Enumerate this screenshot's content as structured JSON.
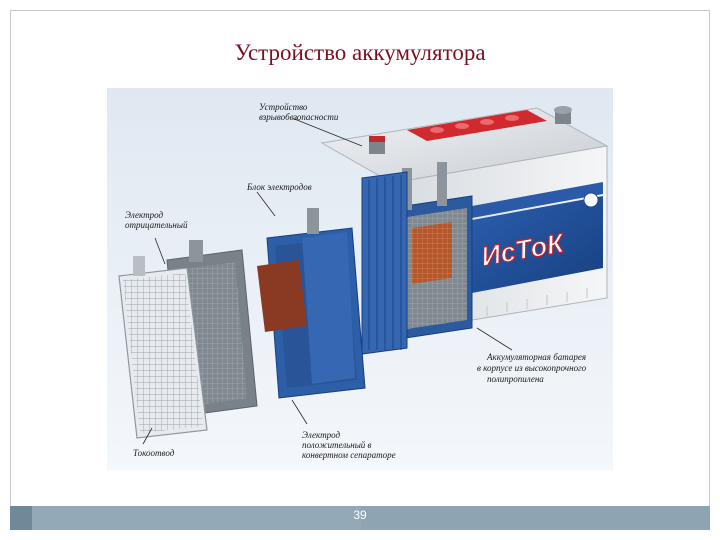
{
  "slide": {
    "title": "Устройство аккумулятора",
    "number": "39"
  },
  "diagram": {
    "brand_text": "ИсТоК",
    "labels": {
      "vent": [
        "Устройство",
        "взрывобезопасности"
      ],
      "electrode_block": "Блок электродов",
      "negative_electrode": [
        "Электрод",
        "отрицательный"
      ],
      "current_collector": "Токоотвод",
      "positive_electrode": [
        "Электрод",
        "положительный в",
        "конвертном сепараторе"
      ],
      "battery_case": [
        "Аккумуляторная батарея",
        "в корпусе из высокопрочного",
        "полипропилена"
      ]
    },
    "colors": {
      "case_blue": "#1f4f9a",
      "title_red": "#7a1020",
      "brand_red": "#c8202a"
    }
  }
}
